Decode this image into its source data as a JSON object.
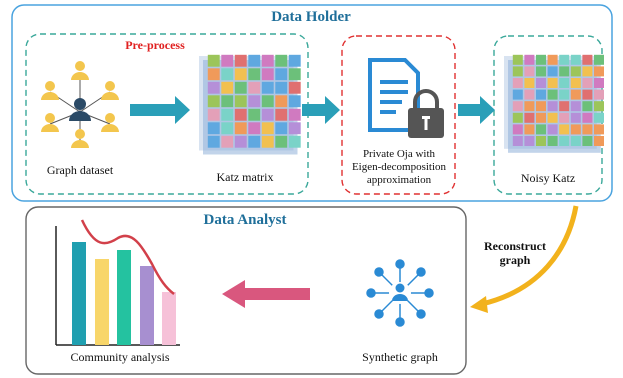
{
  "data_holder": {
    "title": "Data Holder",
    "preprocess_label": "Pre-process",
    "graph_dataset_label": "Graph dataset",
    "katz_matrix_label": "Katz matrix",
    "private_oja_label_line1": "Private Oja with",
    "private_oja_label_line2": "Eigen-decomposition",
    "private_oja_label_line3": "approximation",
    "noisy_katz_label": "Noisy Katz"
  },
  "reconstruct": {
    "line1": "Reconstruct",
    "line2": "graph"
  },
  "data_analyst": {
    "title": "Data Analyst",
    "community_analysis_label": "Community analysis",
    "synthetic_graph_label": "Synthetic graph"
  },
  "colors": {
    "data_holder_border": "#4aa3df",
    "preprocess_border": "#3aa89a",
    "private_border": "#e03030",
    "noisy_border": "#3aa89a",
    "analyst_border": "#666666",
    "title_color": "#1f6f9a",
    "preprocess_color": "#e02020",
    "teal_arrow": "#2a9fb8",
    "pink_arrow": "#d9577e",
    "orange_arrow": "#f2b21c",
    "person_yellow": "#f3c64d",
    "person_dark": "#2b4a66",
    "doc_blue": "#2a8ad4",
    "lock_gray": "#555555",
    "synthetic_blue": "#2a8ad4",
    "bar_colors": [
      "#1f9fb0",
      "#f8d66a",
      "#24c2a0",
      "#a78fd0",
      "#f6c1d8"
    ],
    "curve_color": "#d2404a"
  },
  "icons": [
    "person-icon",
    "central-person-icon",
    "document-icon",
    "lock-icon",
    "katz-matrix-icon",
    "noisy-katz-icon",
    "synthetic-graph-icon",
    "bar-chart-icon"
  ]
}
